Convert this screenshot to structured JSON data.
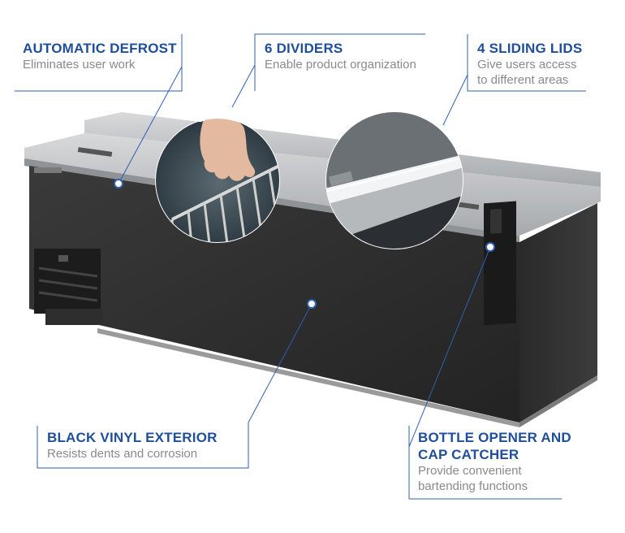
{
  "callouts": {
    "defrost": {
      "title": "AUTOMATIC DEFROST",
      "desc": [
        "Eliminates user work"
      ]
    },
    "dividers": {
      "title": "6 DIVIDERS",
      "desc": [
        "Enable product organization"
      ]
    },
    "lids": {
      "title": "4 SLIDING LIDS",
      "desc": [
        "Give users access",
        "to different areas"
      ]
    },
    "exterior": {
      "title": "BLACK VINYL EXTERIOR",
      "desc": [
        "Resists dents and corrosion"
      ]
    },
    "opener": {
      "title": [
        "BOTTLE OPENER AND",
        "CAP CATCHER"
      ],
      "desc": [
        "Provide convenient",
        "bartending functions"
      ]
    }
  },
  "colors": {
    "accent": "#1f4f9a",
    "line": "#2f5fae",
    "body": "#2a2a2a",
    "steel": "#b9bcbf"
  }
}
